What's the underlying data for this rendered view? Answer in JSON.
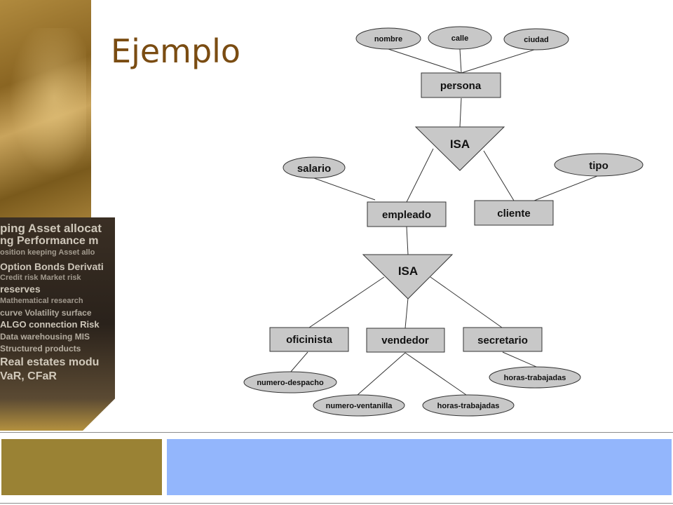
{
  "slide": {
    "title": "Ejemplo"
  },
  "sidebar_photo_lines": [
    "ping  Asset allocat",
    "ng  Performance m",
    "osition keeping  Asset allo",
    "Option  Bonds  Derivati",
    "Credit risk  Market risk",
    "reserves",
    "Mathematical research",
    "curve  Volatility surface",
    "ALGO connection  Risk",
    "Data warehousing  MIS",
    "Structured products",
    "Real estates modu",
    "VaR, CFaR"
  ],
  "diagram": {
    "entities": {
      "persona": "persona",
      "empleado": "empleado",
      "cliente": "cliente",
      "oficinista": "oficinista",
      "vendedor": "vendedor",
      "secretario": "secretario"
    },
    "isa": {
      "top": "ISA",
      "bottom": "ISA"
    },
    "attributes": {
      "nombre": "nombre",
      "calle": "calle",
      "ciudad": "ciudad",
      "salario": "salario",
      "tipo": "tipo",
      "numero_despacho": "numero-despacho",
      "numero_ventanilla": "numero-ventanilla",
      "horas_vendedor": "horas-trabajadas",
      "horas_secretario": "horas-trabajadas"
    }
  },
  "colors": {
    "shape_fill": "#c8c8c8",
    "shape_stroke": "#333333",
    "title": "#7a4c12",
    "footer_gold": "#9a8234",
    "footer_blue": "#93b6fc"
  }
}
